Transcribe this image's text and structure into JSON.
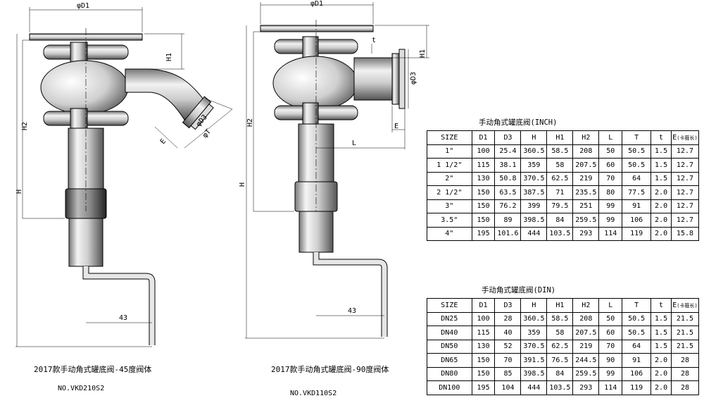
{
  "left_drawing": {
    "dims": {
      "d1": "φD1",
      "h1": "H1",
      "h2": "H2",
      "h": "H",
      "d3": "φD3",
      "t": "φT",
      "e": "E",
      "dim43": "43"
    },
    "caption": "2017款手动角式罐底阀-45度阀体",
    "model": "NO.VKD210S2"
  },
  "right_drawing": {
    "dims": {
      "d1": "φD1",
      "h1": "H1",
      "h2": "H2",
      "h": "H",
      "d3": "φD3",
      "t": "t",
      "e": "E",
      "l": "L",
      "dim43": "43"
    },
    "caption": "2017款手动角式罐底阀-90度阀体",
    "model": "NO.VKD110S2"
  },
  "inch_table": {
    "title": "手动角式罐底阀(INCH)",
    "headers": [
      "SIZE",
      "D1",
      "D3",
      "H",
      "H1",
      "H2",
      "L",
      "T",
      "t"
    ],
    "e_header": "E",
    "e_note": "(卡箍长)",
    "rows": [
      [
        "1\"",
        "100",
        "25.4",
        "360.5",
        "58.5",
        "208",
        "50",
        "50.5",
        "1.5",
        "12.7"
      ],
      [
        "1 1/2\"",
        "115",
        "38.1",
        "359",
        "58",
        "207.5",
        "60",
        "50.5",
        "1.5",
        "12.7"
      ],
      [
        "2\"",
        "130",
        "50.8",
        "370.5",
        "62.5",
        "219",
        "70",
        "64",
        "1.5",
        "12.7"
      ],
      [
        "2 1/2\"",
        "150",
        "63.5",
        "387.5",
        "71",
        "235.5",
        "80",
        "77.5",
        "2.0",
        "12.7"
      ],
      [
        "3\"",
        "150",
        "76.2",
        "399",
        "79.5",
        "251",
        "99",
        "91",
        "2.0",
        "12.7"
      ],
      [
        "3.5\"",
        "150",
        "89",
        "398.5",
        "84",
        "259.5",
        "99",
        "106",
        "2.0",
        "12.7"
      ],
      [
        "4\"",
        "195",
        "101.6",
        "444",
        "103.5",
        "293",
        "114",
        "119",
        "2.0",
        "15.8"
      ]
    ]
  },
  "din_table": {
    "title": "手动角式罐底阀(DIN)",
    "headers": [
      "SIZE",
      "D1",
      "D3",
      "H",
      "H1",
      "H2",
      "L",
      "T",
      "t"
    ],
    "e_header": "E",
    "e_note": "(卡箍长)",
    "rows": [
      [
        "DN25",
        "100",
        "28",
        "360.5",
        "58.5",
        "208",
        "50",
        "50.5",
        "1.5",
        "21.5"
      ],
      [
        "DN40",
        "115",
        "40",
        "359",
        "58",
        "207.5",
        "60",
        "50.5",
        "1.5",
        "21.5"
      ],
      [
        "DN50",
        "130",
        "52",
        "370.5",
        "62.5",
        "219",
        "70",
        "64",
        "1.5",
        "21.5"
      ],
      [
        "DN65",
        "150",
        "70",
        "391.5",
        "76.5",
        "244.5",
        "90",
        "91",
        "2.0",
        "28"
      ],
      [
        "DN80",
        "150",
        "85",
        "398.5",
        "84",
        "259.5",
        "99",
        "106",
        "2.0",
        "28"
      ],
      [
        "DN100",
        "195",
        "104",
        "444",
        "103.5",
        "293",
        "114",
        "119",
        "2.0",
        "28"
      ]
    ]
  }
}
